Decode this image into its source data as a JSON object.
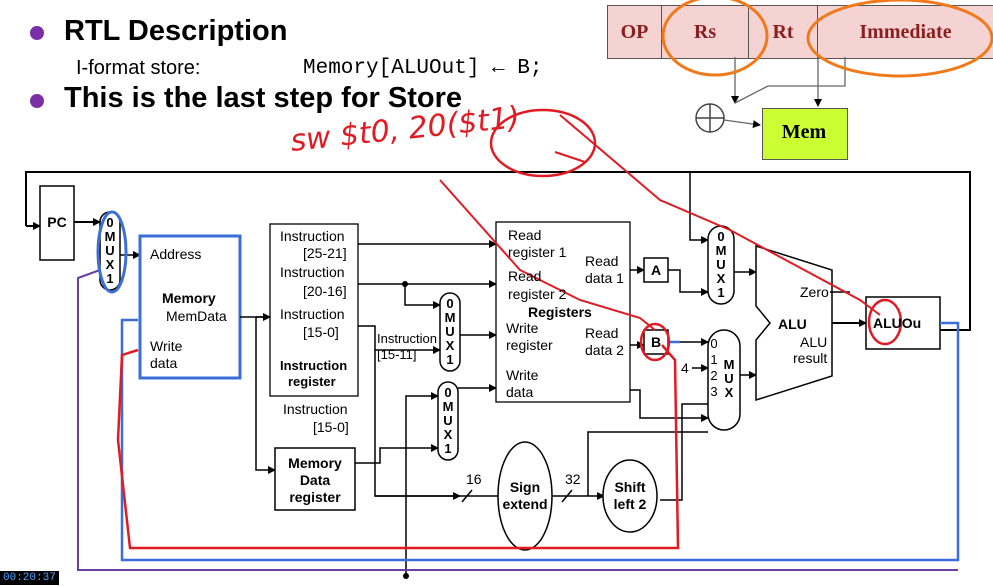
{
  "slide": {
    "bullet1_title": "RTL Description",
    "format_label": "I-format store:",
    "rtl_statement": "Memory[ALUOut] ← B;",
    "bullet2_title": "This is the last step for Store"
  },
  "format_fields": [
    "OP",
    "Rs",
    "Rt",
    "Immediate"
  ],
  "mini_diagram": {
    "mem_label": "Mem",
    "adder_symbol": "⊕"
  },
  "annotation": {
    "handwritten": "sw $t0, 20($t1)"
  },
  "datapath": {
    "pc": "PC",
    "mux_pc": [
      "0",
      "M",
      "U",
      "X",
      "1"
    ],
    "memory": {
      "address": "Address",
      "title": "Memory",
      "memdata": "MemData",
      "write_data_1": "Write",
      "write_data_2": "data"
    },
    "instr_reg": {
      "f1a": "Instruction",
      "f1b": "[25-21]",
      "f2a": "Instruction",
      "f2b": "[20-16]",
      "f3a": "Instruction",
      "f3b": "[15-0]",
      "title1": "Instruction",
      "title2": "register"
    },
    "instr_1511_a": "Instruction",
    "instr_1511_b": "[15-11]",
    "instr_150_a": "Instruction",
    "instr_150_b": "[15-0]",
    "mdr": {
      "l1": "Memory",
      "l2": "Data",
      "l3": "register"
    },
    "mux_regdst": [
      "0",
      "M",
      "U",
      "X",
      "1"
    ],
    "mux_memtoreg": [
      "0",
      "M",
      "U",
      "X",
      "1"
    ],
    "registers": {
      "rr1a": "Read",
      "rr1b": "register 1",
      "rr2a": "Read",
      "rr2b": "register 2",
      "title": "Registers",
      "wra": "Write",
      "wrb": "register",
      "wda": "Write",
      "wdb": "data",
      "rd1a": "Read",
      "rd1b": "data 1",
      "rd2a": "Read",
      "rd2b": "data 2"
    },
    "reg_a": "A",
    "reg_b": "B",
    "sign_extend": {
      "l1": "Sign",
      "l2": "extend",
      "in_bits": "16",
      "out_bits": "32"
    },
    "shift_left": {
      "l1": "Shift",
      "l2": "left 2"
    },
    "mux_alusrca": [
      "0",
      "M",
      "U",
      "X",
      "1"
    ],
    "mux_alusrcb": {
      "letters": [
        "M",
        "U",
        "X"
      ],
      "inputs": [
        "0",
        "1",
        "2",
        "3"
      ],
      "const4": "4"
    },
    "alu": {
      "zero": "Zero",
      "title": "ALU",
      "res1": "ALU",
      "res2": "result"
    },
    "aluout": "ALUOu"
  },
  "timer": "00:20:37",
  "colors": {
    "bullet": "#7b2fa6",
    "format_bg": "#f6d3d3",
    "field_text": "#8a1f1f",
    "mem_bg": "#ccff33",
    "annot_orange": "#f07a1a",
    "annot_red": "#e01b24",
    "wire_blue": "#3a6fd8",
    "wire_purple": "#6a3fa0"
  }
}
